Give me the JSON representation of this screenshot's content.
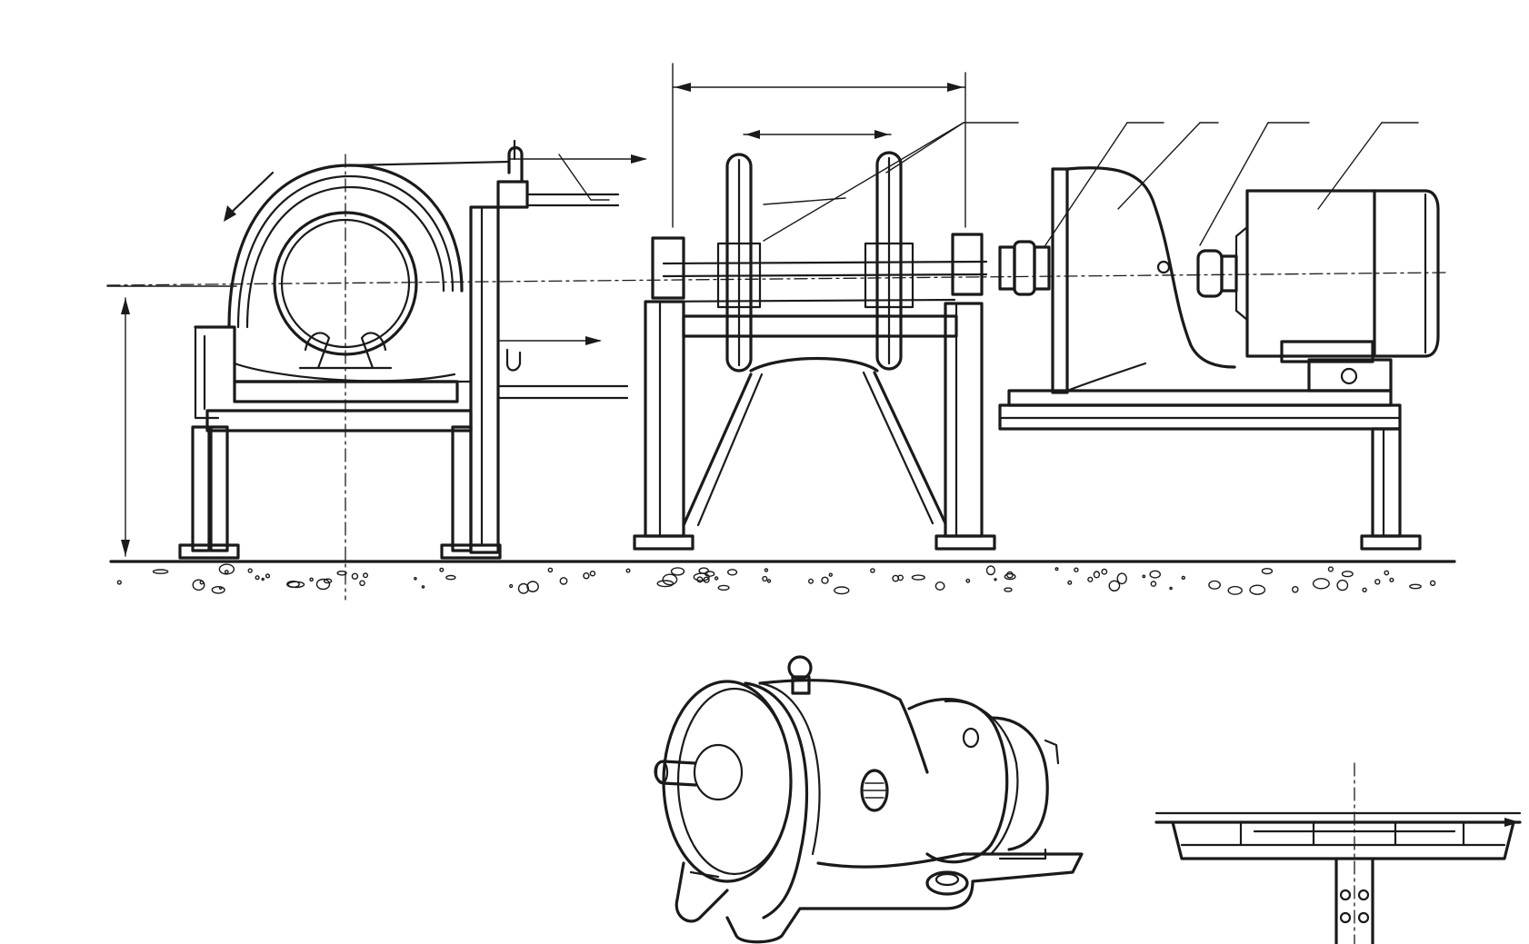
{
  "drawing": {
    "ink_color": "#1a1a1a",
    "paper_color": "#ffffff",
    "views": [
      "elevation-view",
      "gear-reducer-perspective-view",
      "partial-section-view"
    ]
  }
}
